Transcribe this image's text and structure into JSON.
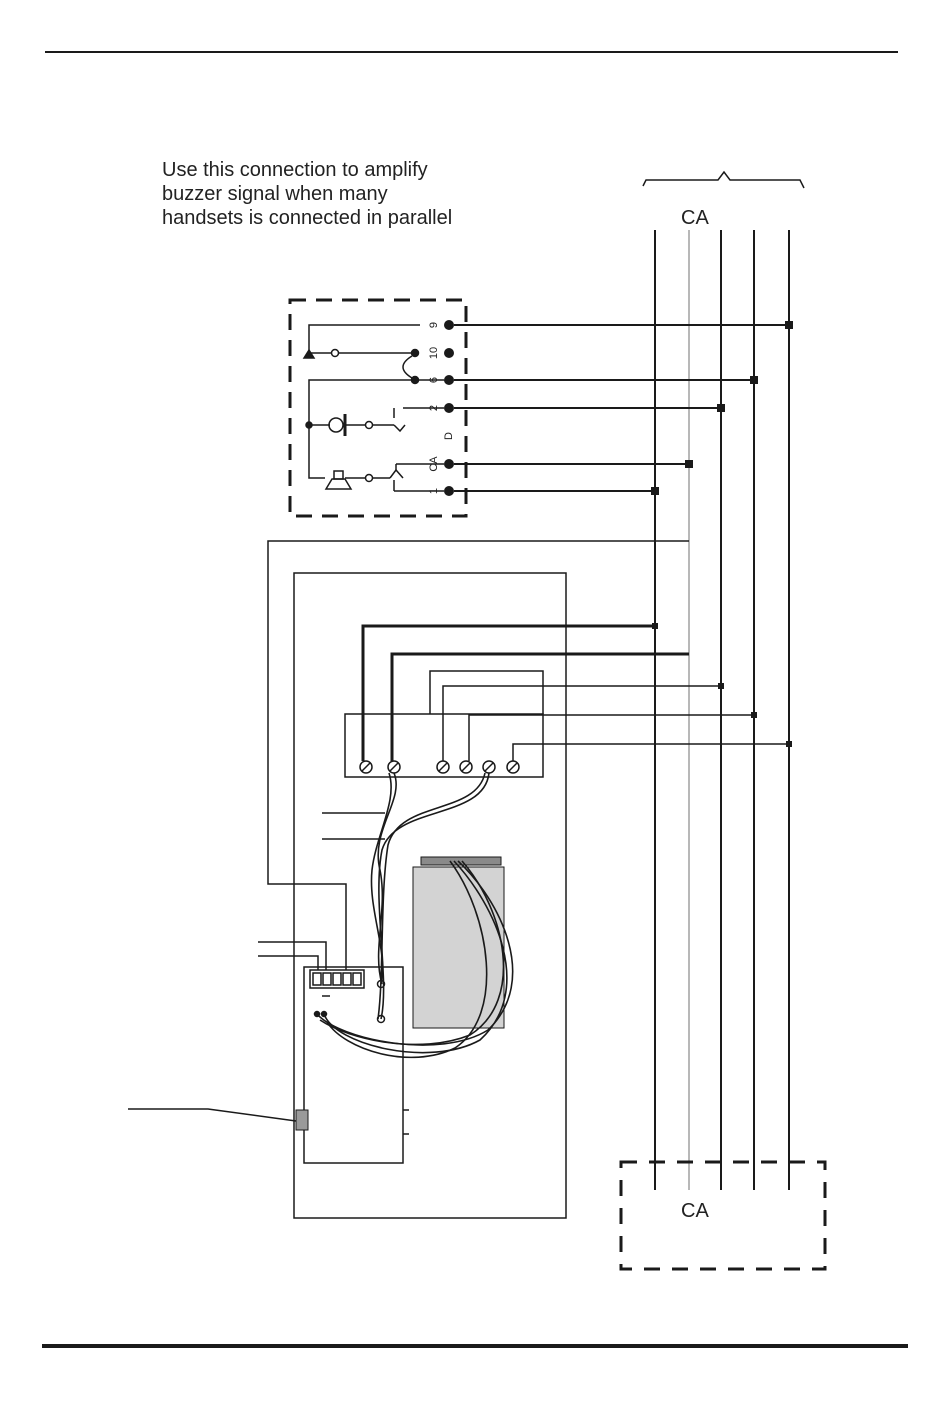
{
  "note": {
    "lines": [
      "Use this connection to amplify",
      "buzzer signal when many",
      "handsets is connected in parallel"
    ]
  },
  "bus_label_top": "CA",
  "bus_label_bottom": "CA",
  "handset": {
    "terminals": [
      "9",
      "10",
      "6",
      "2",
      "D",
      "CA",
      "1"
    ]
  },
  "colors": {
    "line": "#1a1a1a",
    "bus_ca": "#b8b8b8",
    "module_fill": "#d3d3d3",
    "module_bar": "#8a8a8a"
  }
}
